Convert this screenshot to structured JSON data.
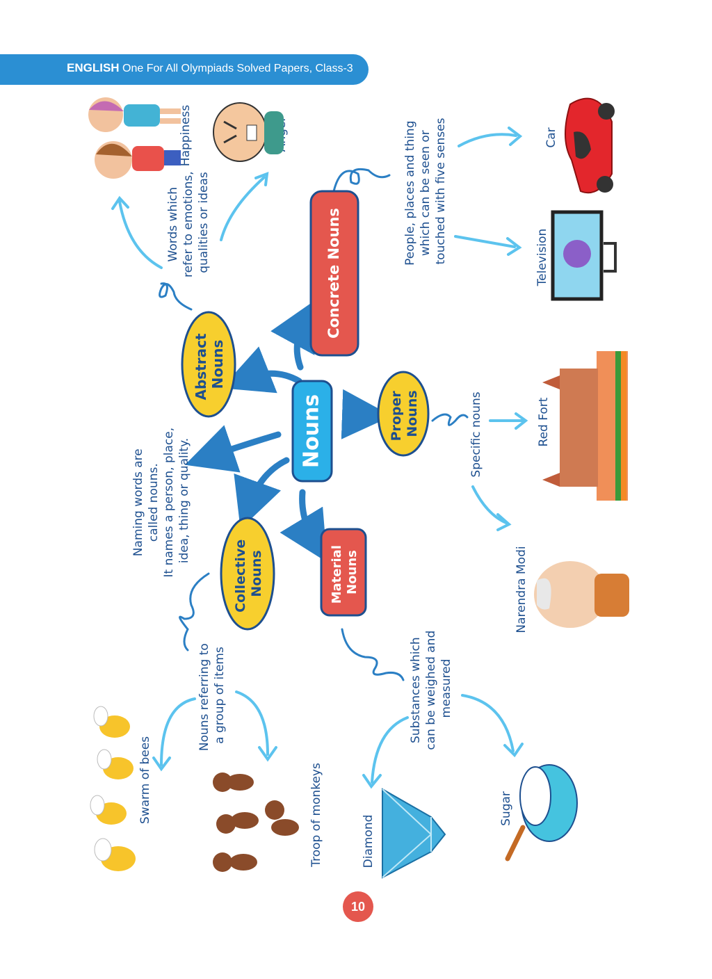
{
  "header": {
    "subject": "ENGLISH",
    "title": "One For All Olympiads Solved Papers, Class-3"
  },
  "page_number": "10",
  "colors": {
    "header": "#2b8fd3",
    "arrow": "#2b7fc4",
    "yellow": "#f7cf2e",
    "red": "#e4574e",
    "blue": "#2bb0e8",
    "light_arrow": "#5cc3ee",
    "text": "#1d4f8f"
  },
  "map": {
    "center": "Nouns",
    "definition": [
      "Naming words are",
      "called nouns.",
      "It names a person, place,",
      "idea, thing or quality."
    ],
    "abstract": {
      "title": [
        "Abstract",
        "Nouns"
      ],
      "description": [
        "Words which",
        "refer to emotions,",
        "qualities or ideas"
      ],
      "examples": [
        "Happiness",
        "Anger"
      ]
    },
    "concrete": {
      "title": "Concrete Nouns",
      "description": [
        "People, places and thing",
        "which can be seen or",
        "touched with five senses"
      ],
      "examples": [
        "Car",
        "Television"
      ]
    },
    "proper": {
      "title": [
        "Proper",
        "Nouns"
      ],
      "description": "Specific nouns",
      "examples": [
        "Red Fort",
        "Narendra Modi"
      ]
    },
    "collective": {
      "title": [
        "Collective",
        "Nouns"
      ],
      "description": [
        "Nouns referring to",
        "a group of items"
      ],
      "examples": [
        "Swarm of bees",
        "Troop of monkeys"
      ]
    },
    "material": {
      "title": [
        "Material",
        "Nouns"
      ],
      "description": [
        "Substances which",
        "can be weighed and",
        "measured"
      ],
      "examples": [
        "Diamond",
        "Sugar"
      ]
    }
  },
  "pictures": {
    "happiness": "two-children-icon",
    "anger": "angry-man-icon",
    "car": "red-car-icon",
    "television": "television-icon",
    "red_fort": "red-fort-icon",
    "narendra_modi": "portrait-icon",
    "bees": "bee-icon",
    "monkeys": "monkey-icon",
    "diamond": "diamond-icon",
    "sugar": "sugar-bowl-icon"
  }
}
